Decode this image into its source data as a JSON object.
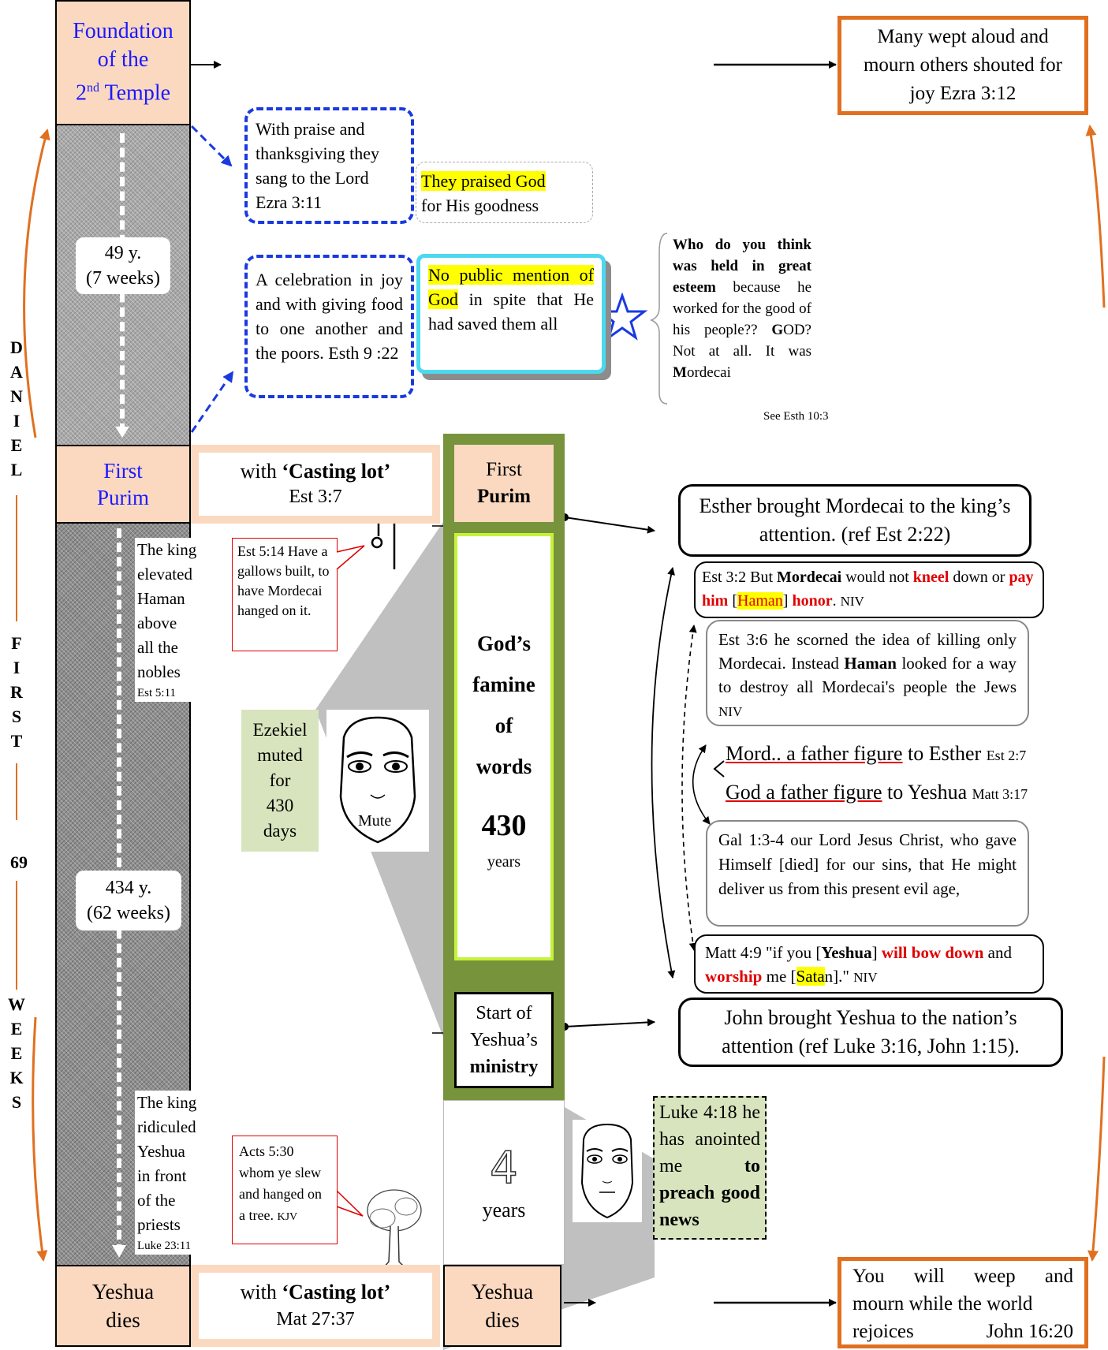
{
  "left_column": {
    "foundation": {
      "line1": "Foundation",
      "line2": "of the",
      "line3_pre": "2",
      "line3_sup": "nd",
      "line3_post": " Temple"
    },
    "period1": {
      "years": "49 y.",
      "weeks": "(7 weeks)"
    },
    "first_purim": {
      "line1": "First",
      "line2": "Purim"
    },
    "period2": {
      "years": "434 y.",
      "weeks": "(62 weeks)"
    },
    "king_haman": [
      "The king",
      "elevated",
      "Haman",
      "above",
      "all the",
      "nobles"
    ],
    "king_haman_ref": "Est 5:11",
    "king_yeshua": [
      "The king",
      "ridiculed",
      "Yeshua",
      "in front",
      "of the",
      "priests"
    ],
    "king_yeshua_ref": "Luke 23:11",
    "yeshua_dies": {
      "line1": "Yeshua",
      "line2": "dies"
    }
  },
  "vertical_label": {
    "daniel": [
      "D",
      "A",
      "N",
      "I",
      "E",
      "L"
    ],
    "first": [
      "F",
      "I",
      "R",
      "S",
      "T"
    ],
    "sixtynine": "69",
    "weeks": [
      "W",
      "E",
      "E",
      "K",
      "S"
    ]
  },
  "casting_lot_top": {
    "pre": "with ",
    "bold": "‘Casting lot’",
    "ref": "Est 3:7"
  },
  "casting_lot_bottom": {
    "pre": "with ",
    "bold": "‘Casting lot’",
    "ref": "Mat 27:37"
  },
  "praise_box": "With praise and thanksgiving they sang to the Lord  Ezra 3:11",
  "praised_god": {
    "hl": "They praised God",
    "rest": "for His goodness"
  },
  "celebration_box": "A celebration in joy and with giving food to one another and the poors. Esth 9 :22",
  "no_mention": {
    "hl": "No public mention of God",
    "rest": " in spite that He had saved them all"
  },
  "who_esteem": {
    "bold": "Who do you think was held in great esteem",
    "mid": " because he worked for the good of his people?? ",
    "g_bold": "G",
    "g_rest": "OD?  Not at all.",
    "it_was": "It was ",
    "m_bold": "M",
    "m_rest": "ordecai",
    "ref": "See Esth 10:3"
  },
  "wept_box": "Many wept aloud and mourn others  shouted for joy Ezra 3:12",
  "weep_box": {
    "line1": "You will weep and",
    "line2": "mourn while the world",
    "line3a": "rejoices",
    "line3b": "John 16:20"
  },
  "center_column": {
    "first": "First",
    "purim": "Purim",
    "famine1": "God’s",
    "famine2": "famine",
    "famine3": "of",
    "famine4": "words",
    "n430": "430",
    "years": "years",
    "start1": "Start of",
    "start2": "Yeshua’s",
    "start3": "ministry",
    "four": "4",
    "four_years": "years",
    "yeshua": "Yeshua",
    "dies": "dies"
  },
  "ezekiel": {
    "lines": [
      "Ezekiel",
      "muted",
      "for",
      "430",
      "days"
    ],
    "mute_label": "Mute"
  },
  "gallows_callout": "Est 5:14 Have a gallows built, to have Mordecai hanged on it.",
  "acts_callout": {
    "text": "Acts 5:30 whom ye slew and hanged on a tree.",
    "kjv": "KJV"
  },
  "luke_box": {
    "text": "Luke 4:18 he has anointed me ",
    "bold": "to preach good news"
  },
  "esther_box": "Esther brought Mordecai to the king’s attention. (ref Est 2:22)",
  "est32": {
    "a": "Est 3:2 But ",
    "b": "Mordecai",
    "c": "  would not ",
    "d": "kneel",
    "e": " down or ",
    "f": "pay him",
    "g": " [",
    "h": "Haman",
    "i": "] ",
    "j": "honor",
    "k": ". ",
    "l": "NIV"
  },
  "est36": {
    "a": "Est 3:6 he scorned the idea of killing only Mordecai. Instead ",
    "b": "Haman",
    "c": " looked for a way to destroy all Mordecai's people the Jews  ",
    "d": "NIV"
  },
  "father1": {
    "u": "Mord.. a father figure",
    "rest": " to Esther ",
    "ref": "Est 2:7"
  },
  "father2": {
    "u": "God a father figure",
    "rest": " to Yeshua ",
    "ref": "Matt 3:17"
  },
  "gal_box": "Gal 1:3-4 our Lord Jesus Christ, who gave Himself [died] for our sins, that He might deliver us from this present evil age,",
  "matt49": {
    "a": "Matt 4:9 \"if you [",
    "b": "Yeshua",
    "c": "] ",
    "d": "will bow down",
    "e": " and ",
    "f": "worship",
    "g": " me [",
    "h": "Sata",
    "i": "n].\" ",
    "j": "NIV"
  },
  "john_box": "John brought Yeshua to the nation’s attention (ref Luke 3:16, John 1:15).",
  "colors": {
    "peach": "#fbd9c0",
    "orange": "#e07020",
    "blue": "#1a3ae0",
    "olive": "#77933c",
    "green_light": "#d7e4bd",
    "cyan": "#4cd9f0",
    "red": "#e00000",
    "yellow": "#ffff00"
  }
}
